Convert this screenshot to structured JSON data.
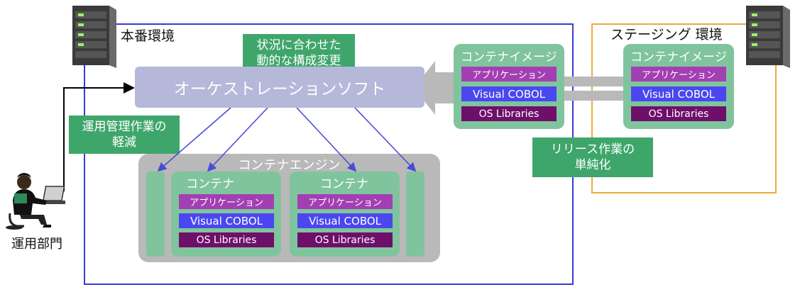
{
  "production": {
    "label": "本番環境"
  },
  "staging": {
    "label": "ステージング 環境"
  },
  "orchestration": {
    "label": "オーケストレーションソフト"
  },
  "notes": {
    "dynamic_config": [
      "状況に合わせた",
      "動的な構成変更"
    ],
    "ops_reduction": [
      "運用管理作業の",
      "軽減"
    ],
    "release_simplify": [
      "リリース作業の",
      "単純化"
    ]
  },
  "engine": {
    "title": "コンテナエンジン",
    "containers": [
      {
        "title": "コンテナ",
        "app": "アプリケーション",
        "cobol": "Visual COBOL",
        "lib": "OS Libraries"
      },
      {
        "title": "コンテナ",
        "app": "アプリケーション",
        "cobol": "Visual COBOL",
        "lib": "OS Libraries"
      }
    ]
  },
  "images": [
    {
      "title": "コンテナイメージ",
      "app": "アプリケーション",
      "cobol": "Visual COBOL",
      "lib": "OS Libraries"
    },
    {
      "title": "コンテナイメージ",
      "app": "アプリケーション",
      "cobol": "Visual COBOL",
      "lib": "OS Libraries"
    }
  ],
  "operator": {
    "label": "運用部門"
  },
  "colors": {
    "production_frame": "#3b3bd6",
    "staging_frame": "#f0a93a",
    "note_green": "#3fa66b",
    "container_green": "#80c49d",
    "app_purple": "#a33fb3",
    "cobol_blue": "#4a47f0",
    "lib_purple": "#6e0f6a",
    "arrow_blue": "#4b4bd8"
  }
}
